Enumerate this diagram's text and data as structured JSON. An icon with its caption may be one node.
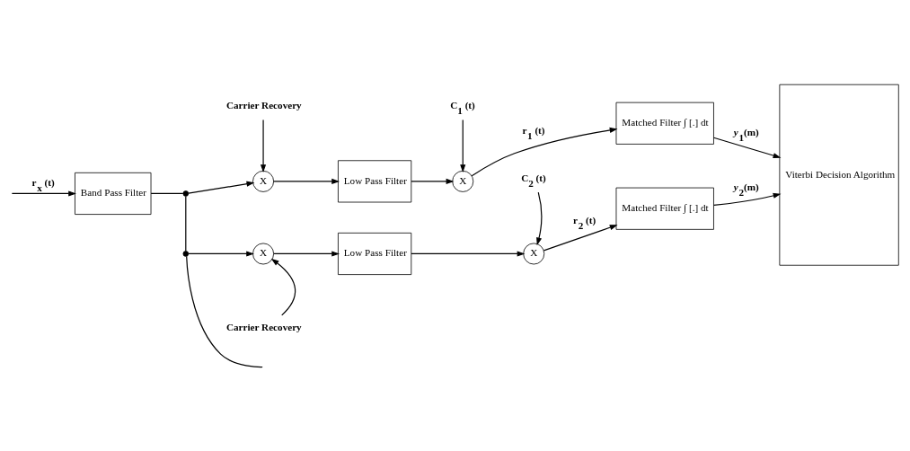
{
  "diagram": {
    "nodes": [
      {
        "text": [
          "Band Pass Filter"
        ]
      },
      {
        "text": [
          "X"
        ]
      },
      {
        "text": [
          "Low Pass Filter"
        ]
      },
      {
        "text": [
          "X"
        ]
      },
      {
        "text": [
          "Matched Filter ∫ [.] dt"
        ]
      },
      {
        "text": [
          "Viterbi Decision Algorithm"
        ]
      },
      {
        "text": [
          "X"
        ]
      },
      {
        "text": [
          "Low Pass Filter"
        ]
      },
      {
        "text": [
          "X"
        ]
      },
      {
        "text": [
          "Matched Filter ∫ [.] dt"
        ]
      },
      {
        "text": [
          "Carrier Recovery"
        ]
      },
      {
        "text": [
          "C$_{1}$ (t)"
        ]
      },
      {
        "text": [
          "Carrier Recovery"
        ]
      },
      {
        "text": [
          "C$_{2}$ (t)"
        ]
      },
      {
        "text": [],
        "shape": "circle"
      },
      {
        "text": [],
        "shape": "circle"
      }
    ],
    "edges": [
      {
        "from": null,
        "to": 0,
        "arrow": "to",
        "label": "r$_{x}$ (t)"
      },
      {
        "from": 0,
        "to": 14,
        "arrow": "none"
      },
      {
        "from": 14,
        "to": 1,
        "arrow": "to"
      },
      {
        "from": 14,
        "to": 15,
        "arrow": "none"
      },
      {
        "from": 15,
        "to": 6,
        "arrow": "to"
      },
      {
        "from": 15,
        "to": null,
        "arrow": "none"
      },
      {
        "from": 1,
        "to": 2,
        "arrow": "to"
      },
      {
        "from": 2,
        "to": 3,
        "arrow": "to"
      },
      {
        "from": 3,
        "to": 4,
        "arrow": "to",
        "label": "r$_{1}$ (t)"
      },
      {
        "from": 4,
        "to": 5,
        "arrow": "to",
        "label": "*y*$_{1}$(m)"
      },
      {
        "from": 10,
        "to": 1,
        "arrow": "to"
      },
      {
        "from": 11,
        "to": 3,
        "arrow": "to"
      },
      {
        "from": 6,
        "to": 7,
        "arrow": "to"
      },
      {
        "from": 7,
        "to": 8,
        "arrow": "to"
      },
      {
        "from": 8,
        "to": 9,
        "arrow": "to",
        "label": "r$_{2}$ (t)"
      },
      {
        "from": 9,
        "to": 5,
        "arrow": "to",
        "label": "*y*$_{2}$(m)"
      },
      {
        "from": 12,
        "to": 6,
        "arrow": "to"
      },
      {
        "from": 13,
        "to": 8,
        "arrow": "to"
      }
    ]
  }
}
